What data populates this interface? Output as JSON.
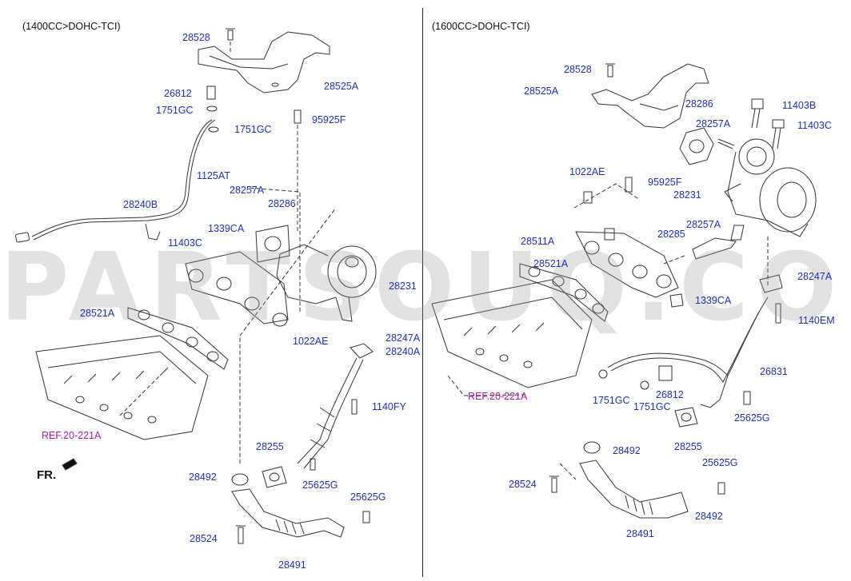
{
  "headers": {
    "left": "(1400CC>DOHC-TCI)",
    "right": "(1600CC>DOHC-TCI)"
  },
  "fr_label": "FR.",
  "watermark": "PARTSOUQ.COM",
  "colors": {
    "part_label": "#1f2fb8",
    "ref_label": "#b01aa8",
    "line": "#333333"
  },
  "left_labels": [
    "28528",
    "28525A",
    "26812",
    "1751GC",
    "1751GC",
    "95925F",
    "1125AT",
    "28257A",
    "28240B",
    "28286",
    "1339CA",
    "11403C",
    "28231",
    "28521A",
    "1022AE",
    "28247A",
    "28240A",
    "REF.20-221A",
    "1140FY",
    "28255",
    "28492",
    "25625G",
    "25625G",
    "28524",
    "28491"
  ],
  "right_labels": [
    "28528",
    "28525A",
    "28286",
    "11403B",
    "28257A",
    "11403C",
    "1022AE",
    "95925F",
    "28231",
    "28257A",
    "28285",
    "28511A",
    "28521A",
    "28247A",
    "1339CA",
    "1140EM",
    "REF.20-221A",
    "26831",
    "1751GC",
    "26812",
    "1751GC",
    "25625G",
    "28255",
    "28492",
    "25625G",
    "28524",
    "28492",
    "28491"
  ]
}
